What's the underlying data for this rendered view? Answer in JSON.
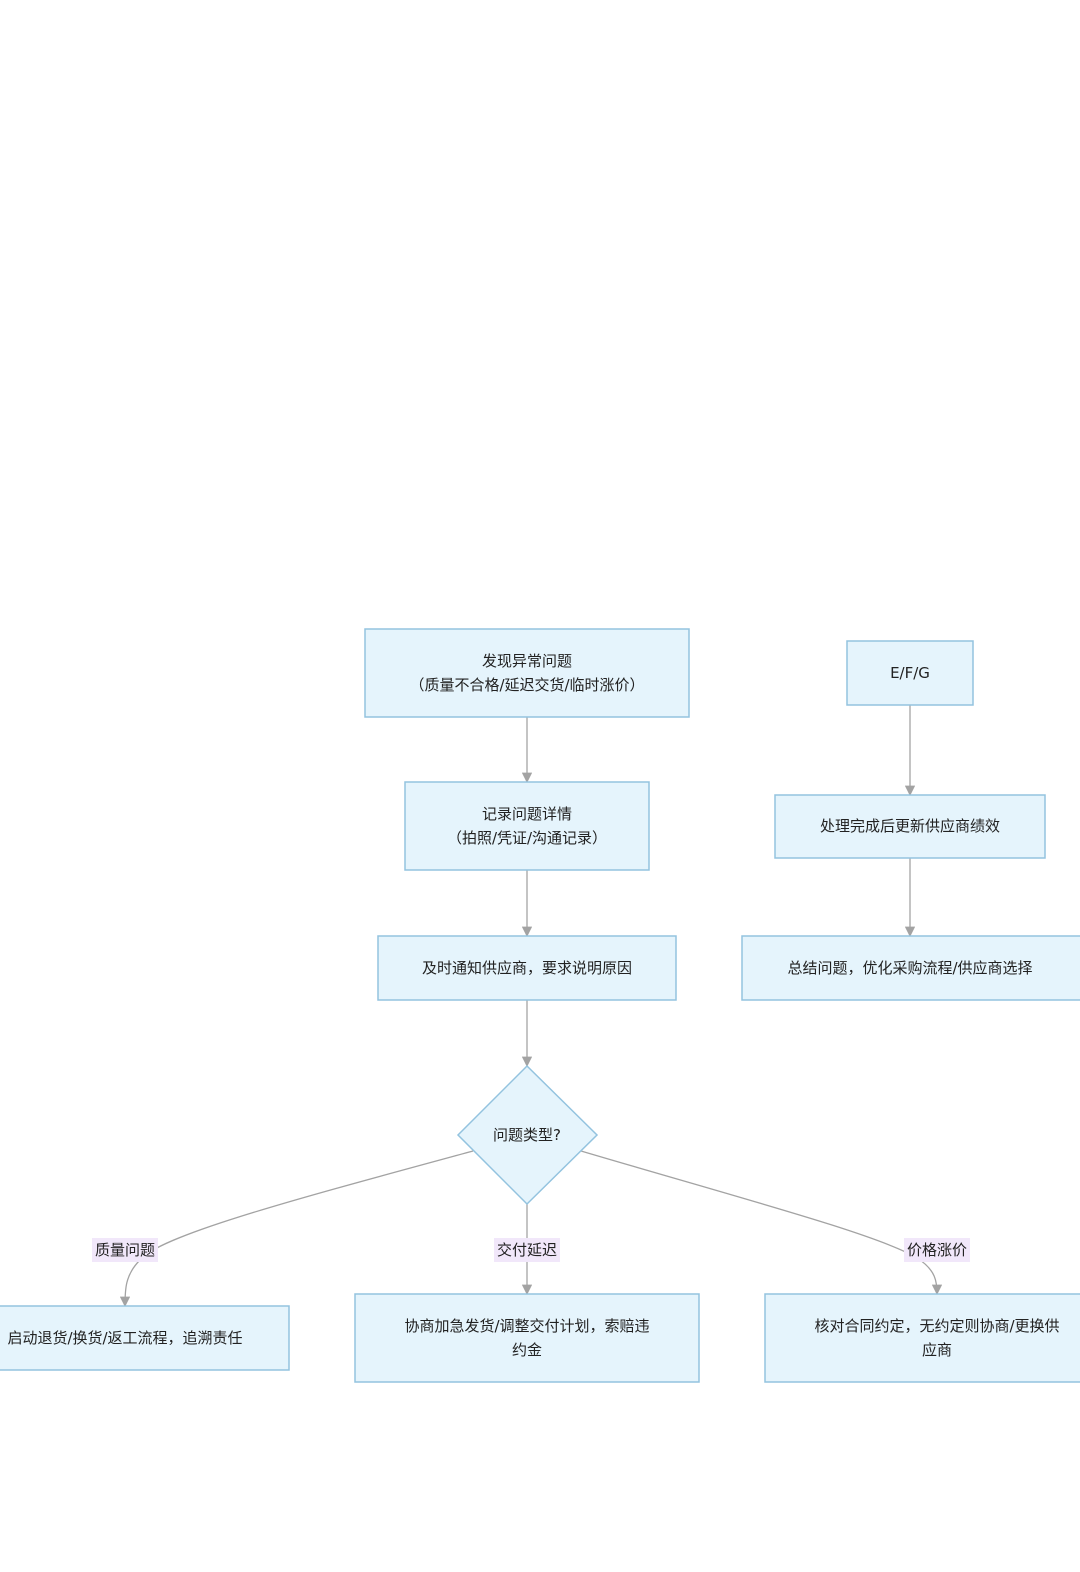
{
  "nodes": {
    "found_issue": {
      "lines": [
        "发现异常问题",
        "（质量不合格/延迟交货/临时涨价）"
      ]
    },
    "record_details": {
      "lines": [
        "记录问题详情",
        "（拍照/凭证/沟通记录）"
      ]
    },
    "notify_supplier": {
      "lines": [
        "及时通知供应商，要求说明原因"
      ]
    },
    "issue_type": {
      "lines": [
        "问题类型?"
      ]
    },
    "quality_action": {
      "lines": [
        "启动退货/换货/返工流程，追溯责任"
      ]
    },
    "delivery_action": {
      "lines": [
        "协商加急发货/调整交付计划，索赔违",
        "约金"
      ]
    },
    "price_action": {
      "lines": [
        "核对合同约定，无约定则协商/更换供",
        "应商"
      ]
    },
    "efg": {
      "lines": [
        "E/F/G"
      ]
    },
    "update_performance": {
      "lines": [
        "处理完成后更新供应商绩效"
      ]
    },
    "summarize": {
      "lines": [
        "总结问题，优化采购流程/供应商选择"
      ]
    }
  },
  "edge_labels": {
    "quality": "质量问题",
    "delivery": "交付延迟",
    "price": "价格涨价"
  },
  "colors": {
    "node_fill": "#e5f4fc",
    "node_stroke": "#93c3df",
    "edge": "#a3a3a3",
    "label_bg": "#f1e7fa"
  }
}
